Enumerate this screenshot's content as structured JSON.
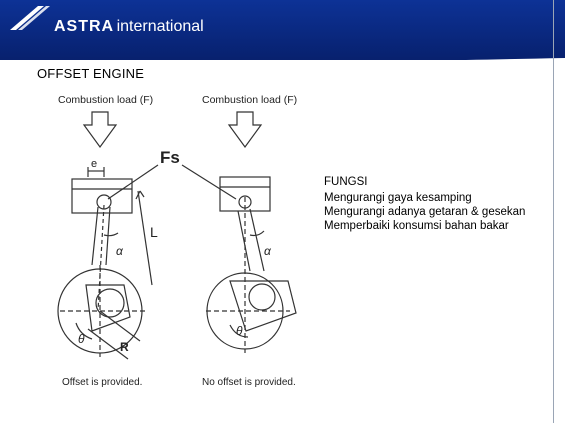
{
  "header": {
    "brand_bold": "ASTRA",
    "brand_light": "international",
    "colors": {
      "band": "#0a2a86",
      "band_dark": "#061a5e",
      "text": "#ffffff"
    }
  },
  "slide": {
    "title": "OFFSET ENGINE"
  },
  "diagram": {
    "load_label_left": "Combustion load (F)",
    "load_label_right": "Combustion load (F)",
    "fs_label": "Fs",
    "e_label": "e",
    "l_label": "L",
    "alpha_left": "α",
    "alpha_right": "α",
    "theta_left": "θ",
    "theta_right": "θ",
    "r_label": "R",
    "caption_left": "Offset is provided.",
    "caption_right": "No offset is provided."
  },
  "fungsi": {
    "heading": "FUNGSI",
    "lines": [
      "Mengurangi gaya kesamping",
      "Mengurangi adanya getaran & gesekan",
      "Memperbaiki konsumsi bahan bakar"
    ]
  }
}
